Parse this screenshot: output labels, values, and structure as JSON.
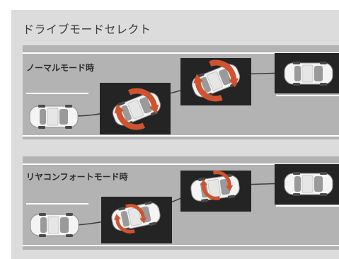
{
  "title": "ドライブモードセレクト",
  "modes": [
    {
      "label": "ノーマルモード時"
    },
    {
      "label": "リヤコンフォートモード時"
    }
  ],
  "colors": {
    "frame_bg": "#dcdcdc",
    "road": "#b3b3b3",
    "lane_line": "#ffffff",
    "highlight_box": "#242424",
    "arrow": "#d0532f",
    "car_body": "#f4f4f4",
    "glass": "#9a9a9a"
  },
  "icons": [
    "car-top-view-icon",
    "rotation-arrow-icon",
    "trajectory-line"
  ]
}
